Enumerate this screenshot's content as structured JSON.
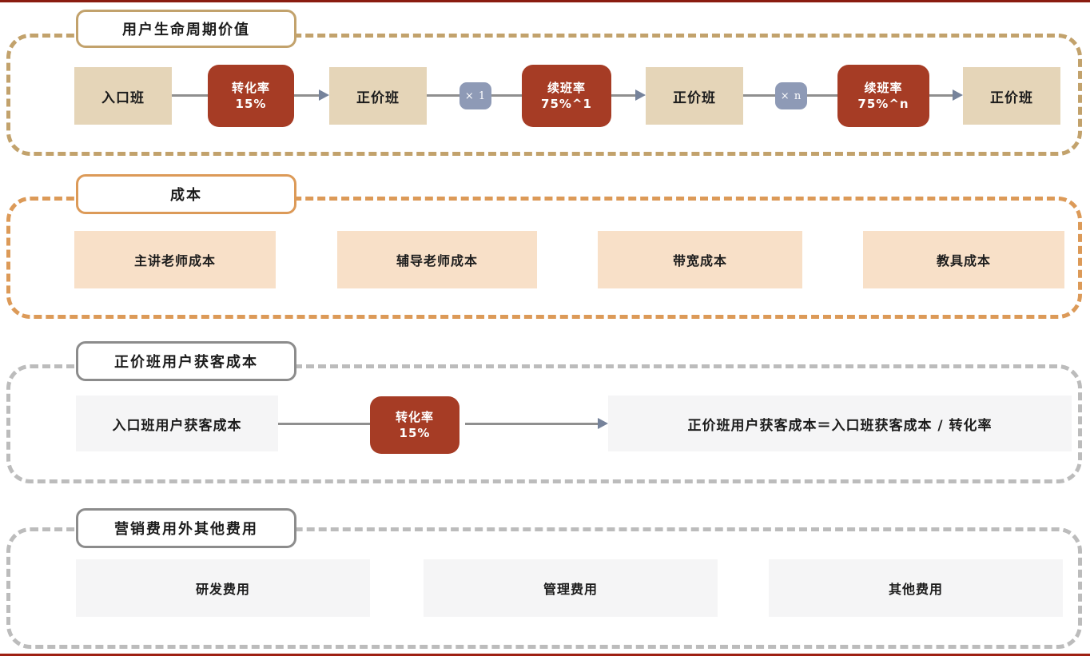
{
  "colors": {
    "top_rule": "#8a1c10",
    "bottom_rule": "#9e2012",
    "tan_box_bg": "#e5d5b8",
    "red_box_bg": "#a63c25",
    "peach_box_bg": "#f8e0c8",
    "light_box_bg": "#f5f5f6",
    "chip_bg": "#8e9ab6",
    "gold_accent": "#c2a26c",
    "orange_accent": "#dc9a58",
    "gray_accent": "#8c8c8c",
    "gray_dash": "#bcbcbc",
    "line": "#8f8f8f",
    "arrow": "#76839b",
    "text": "#1c1c1c",
    "box_text_white": "#ffffff"
  },
  "sections": {
    "lifecycle": {
      "title": "用户生命周期价值",
      "entry_box": "入口班",
      "conversion_label": "转化率",
      "conversion_value": "15%",
      "full_price_box_1": "正价班",
      "multiplier_1": "× 1",
      "renewal_1_label": "续班率",
      "renewal_1_value": "75%^1",
      "full_price_box_2": "正价班",
      "multiplier_n": "× n",
      "renewal_n_label": "续班率",
      "renewal_n_value": "75%^n",
      "full_price_box_3": "正价班"
    },
    "cost": {
      "title": "成本",
      "items": [
        "主讲老师成本",
        "辅导老师成本",
        "带宽成本",
        "教具成本"
      ]
    },
    "cac": {
      "title": "正价班用户获客成本",
      "source_box": "入口班用户获客成本",
      "conversion_label": "转化率",
      "conversion_value": "15%",
      "result_box": "正价班用户获客成本＝入口班获客成本 / 转化率"
    },
    "other_expenses": {
      "title": "营销费用外其他费用",
      "items": [
        "研发费用",
        "管理费用",
        "其他费用"
      ]
    }
  }
}
